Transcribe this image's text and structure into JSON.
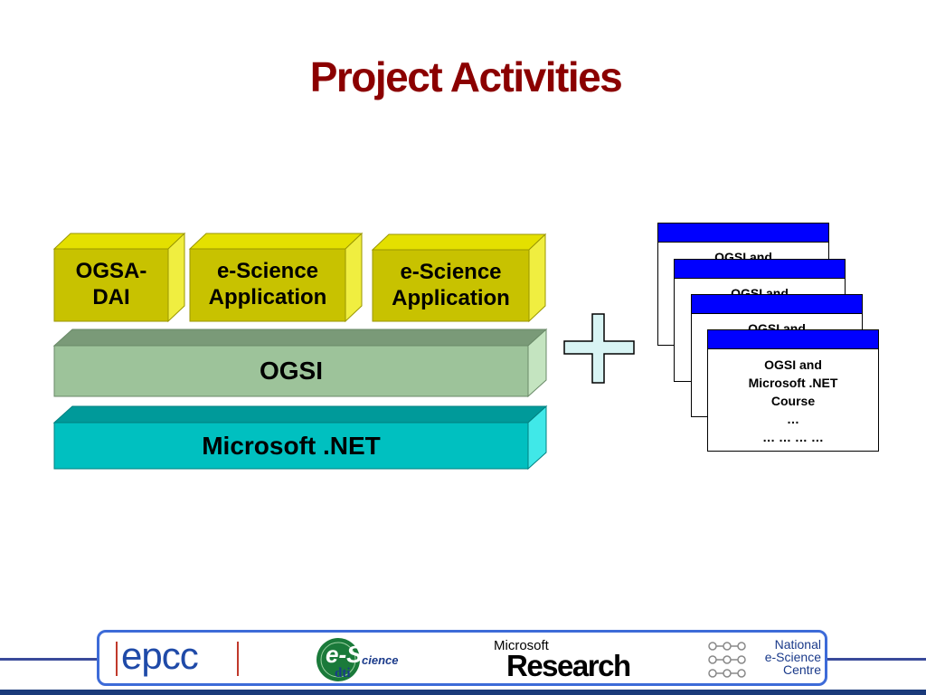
{
  "title": "Project Activities",
  "colors": {
    "title": "#8b0000",
    "app_block": "#c8c200",
    "ogsi_block": "#9dc39a",
    "net_block": "#00c0c0",
    "doc_bar": "#0000ff",
    "plus_fill": "#d8f4f4",
    "footer_border": "#3d6bd8"
  },
  "stack": {
    "top_blocks": [
      {
        "line1": "OGSA-",
        "line2": "DAI"
      },
      {
        "line1": "e-Science",
        "line2": "Application"
      },
      {
        "line1": "e-Science",
        "line2": "Application"
      }
    ],
    "middle_layer": "OGSI",
    "bottom_layer": "Microsoft .NET"
  },
  "course_docs": {
    "back_partial_label": "OGSI and",
    "front": {
      "line1": "OGSI and",
      "line2": "Microsoft .NET",
      "line3": "Course",
      "line4": "…",
      "line5": "… … … …"
    }
  },
  "footer": {
    "logos": [
      {
        "name": "epcc",
        "text": "epcc"
      },
      {
        "name": "e-science-dti",
        "text_main": "e-S",
        "text_sub": "cience",
        "text_dti": "dti"
      },
      {
        "name": "microsoft-research",
        "text_small": "Microsoft",
        "text_big": "Research"
      },
      {
        "name": "national-e-science-centre",
        "line1": "National",
        "line2": "e-Science",
        "line3": "Centre"
      }
    ]
  }
}
